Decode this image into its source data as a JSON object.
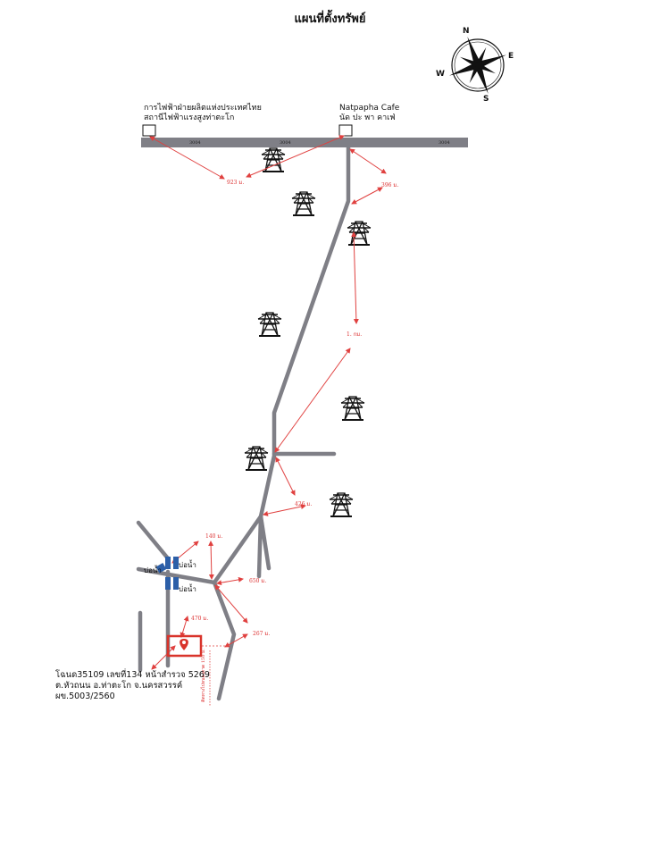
{
  "title": "แผนที่ตั้งทรัพย์",
  "compass": {
    "n": "N",
    "e": "E",
    "s": "S",
    "w": "W"
  },
  "places": {
    "power_station": {
      "line1": "การไฟฟ้าฝ่ายผลิตแห่งประเทศไทย",
      "line2": "สถานีไฟฟ้าแรงสูงท่าตะโก"
    },
    "cafe": {
      "line1": "Natpapha Cafe",
      "line2": "นัด ปะ พา คาเฟ่"
    }
  },
  "road_numbers": [
    "3004",
    "3004",
    "3004"
  ],
  "distances": {
    "d923": "923 ม.",
    "d396": "396 ม.",
    "d1km": "1. กม.",
    "d426": "426 ม.",
    "d140": "140 ม.",
    "d650": "650 ม.",
    "d470": "470 ม.",
    "d267": "267 ม.",
    "vertical": "ติดทางไปหนองตาด 150 ม."
  },
  "ponds": {
    "left": "บ่อน้ำ",
    "right_top": "บ่อน้ำ",
    "right_bottom": "บ่อน้ำ"
  },
  "property": {
    "line1": "โฉนด35109 เลขที่134 หน้าสำรวจ 5269",
    "line2": "ต.หัวถนน อ.ท่าตะโก จ.นครสวรรค์",
    "line3": "ผข.5003/2560"
  },
  "colors": {
    "road": "#7f7f86",
    "arrow": "#e0403f",
    "pond": "#2c5fa8",
    "marker": "#d9342b"
  }
}
